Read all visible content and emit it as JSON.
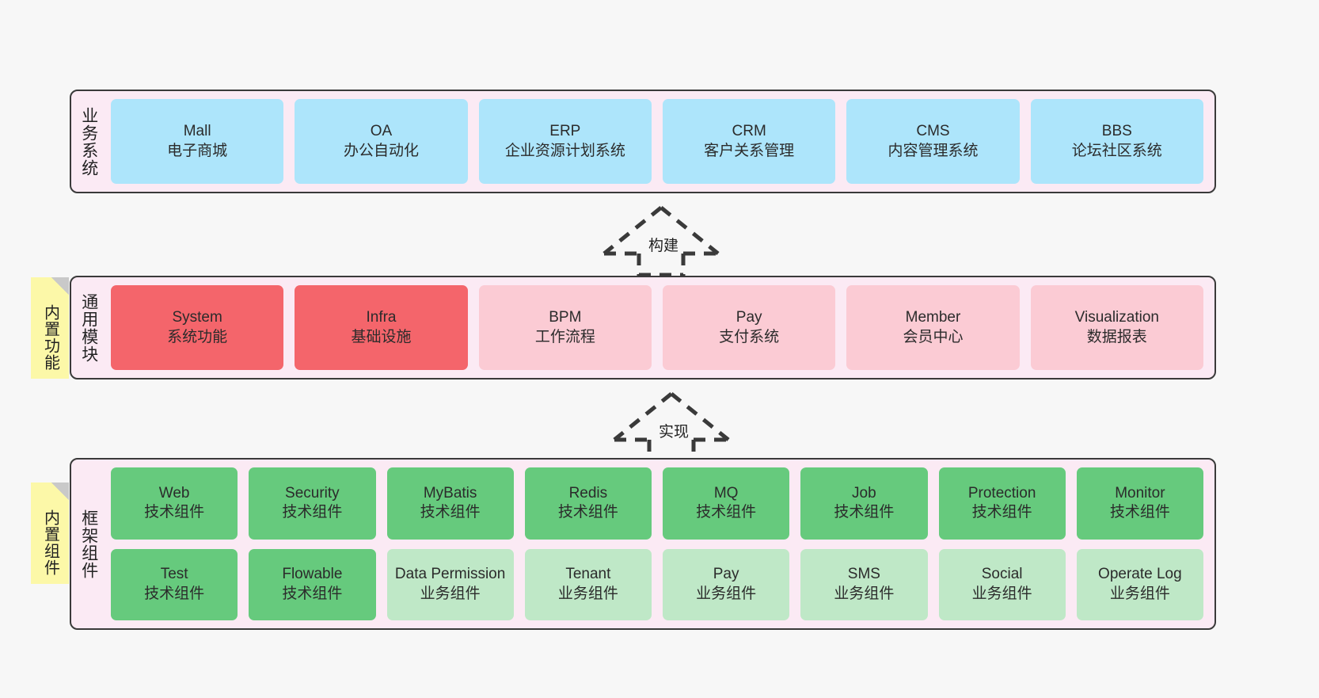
{
  "layers": [
    {
      "key": "business",
      "title": "业务系统",
      "note": null,
      "rows": [
        {
          "style": "n-blue",
          "nodes": [
            {
              "en": "Mall",
              "cn": "电子商城"
            },
            {
              "en": "OA",
              "cn": "办公自动化"
            },
            {
              "en": "ERP",
              "cn": "企业资源计划系统"
            },
            {
              "en": "CRM",
              "cn": "客户关系管理"
            },
            {
              "en": "CMS",
              "cn": "内容管理系统"
            },
            {
              "en": "BBS",
              "cn": "论坛社区系统"
            }
          ]
        }
      ]
    },
    {
      "key": "common",
      "title": "通用模块",
      "note": "内置功能",
      "rows": [
        {
          "nodes": [
            {
              "en": "System",
              "cn": "系统功能",
              "style": "n-red"
            },
            {
              "en": "Infra",
              "cn": "基础设施",
              "style": "n-red"
            },
            {
              "en": "BPM",
              "cn": "工作流程",
              "style": "n-pink"
            },
            {
              "en": "Pay",
              "cn": "支付系统",
              "style": "n-pink"
            },
            {
              "en": "Member",
              "cn": "会员中心",
              "style": "n-pink"
            },
            {
              "en": "Visualization",
              "cn": "数据报表",
              "style": "n-pink"
            }
          ]
        }
      ]
    },
    {
      "key": "framework",
      "title": "框架组件",
      "note": "内置组件",
      "rows": [
        {
          "nodes": [
            {
              "en": "Web",
              "cn": "技术组件",
              "style": "n-green"
            },
            {
              "en": "Security",
              "cn": "技术组件",
              "style": "n-green"
            },
            {
              "en": "MyBatis",
              "cn": "技术组件",
              "style": "n-green"
            },
            {
              "en": "Redis",
              "cn": "技术组件",
              "style": "n-green"
            },
            {
              "en": "MQ",
              "cn": "技术组件",
              "style": "n-green"
            },
            {
              "en": "Job",
              "cn": "技术组件",
              "style": "n-green"
            },
            {
              "en": "Protection",
              "cn": "技术组件",
              "style": "n-green"
            },
            {
              "en": "Monitor",
              "cn": "技术组件",
              "style": "n-green"
            }
          ]
        },
        {
          "nodes": [
            {
              "en": "Test",
              "cn": "技术组件",
              "style": "n-green"
            },
            {
              "en": "Flowable",
              "cn": "技术组件",
              "style": "n-green"
            },
            {
              "en": "Data Permission",
              "cn": "业务组件",
              "style": "n-lgreen"
            },
            {
              "en": "Tenant",
              "cn": "业务组件",
              "style": "n-lgreen"
            },
            {
              "en": "Pay",
              "cn": "业务组件",
              "style": "n-lgreen"
            },
            {
              "en": "SMS",
              "cn": "业务组件",
              "style": "n-lgreen"
            },
            {
              "en": "Social",
              "cn": "业务组件",
              "style": "n-lgreen"
            },
            {
              "en": "Operate Log",
              "cn": "业务组件",
              "style": "n-lgreen"
            }
          ]
        }
      ]
    }
  ],
  "arrows": [
    {
      "key": "build",
      "label": "构建"
    },
    {
      "key": "implement",
      "label": "实现"
    }
  ],
  "colors": {
    "background": "#f7f7f7",
    "panel": "#fbeaf4",
    "panel_border": "#3a3a3a",
    "business_node": "#ade5fb",
    "module_core": "#f4656b",
    "module_other": "#fbcbd4",
    "tech_component": "#66ca7d",
    "biz_component": "#bfe8c7",
    "sticky_note": "#fcf8a8",
    "arrow": "#3a3a3a"
  }
}
